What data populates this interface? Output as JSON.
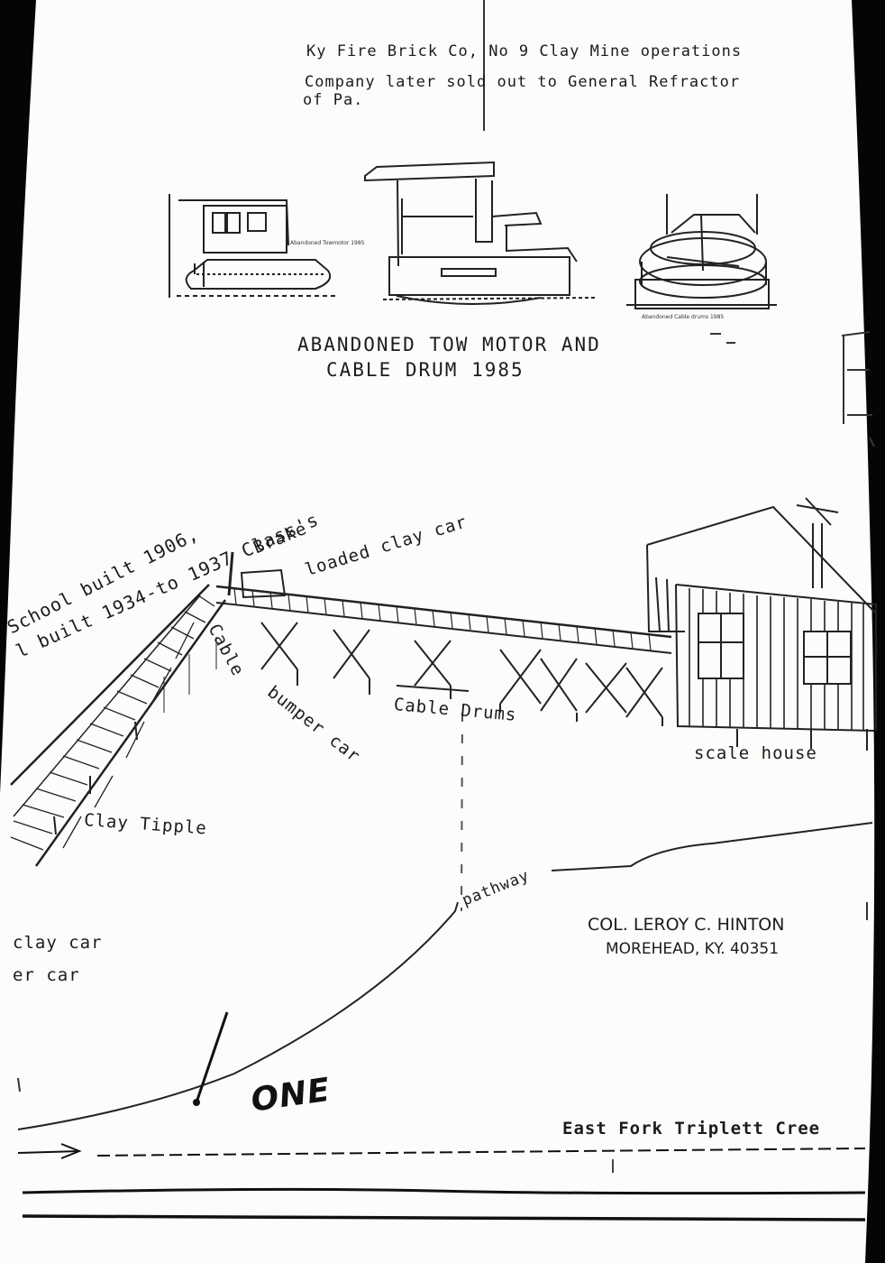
{
  "header": {
    "line1": "Ky Fire Brick Co, No 9 Clay Mine operations",
    "line2": "Company later sold out to General Refractor",
    "line3": "of Pa."
  },
  "sketch": {
    "caption_line1": "ABANDONED TOW MOTOR AND",
    "caption_line2": "CABLE DRUM   1985",
    "tiny_label_1": "Abandoned Towmotor 1985",
    "tiny_label_2": "Abandoned Cable drums 1985"
  },
  "labels": {
    "school_line1": "School built 1906,",
    "school_line2": "l built 1934-to 1937 Class's",
    "brake": "Brake",
    "loaded_clay_car": "loaded clay car",
    "cable": "Cable",
    "bumper_car": "bumper car",
    "cable_drums": "Cable Drums",
    "scale_house": "scale house",
    "clay_tipple": "Clay Tipple",
    "pathway": "pathway",
    "clay_car": "clay car",
    "er_car": "er car",
    "handwritten": "ONE",
    "creek": "East Fork Triplett Cree"
  },
  "signature": {
    "name": "COL. LEROY C. HINTON",
    "address": "MOREHEAD, KY. 40351"
  }
}
